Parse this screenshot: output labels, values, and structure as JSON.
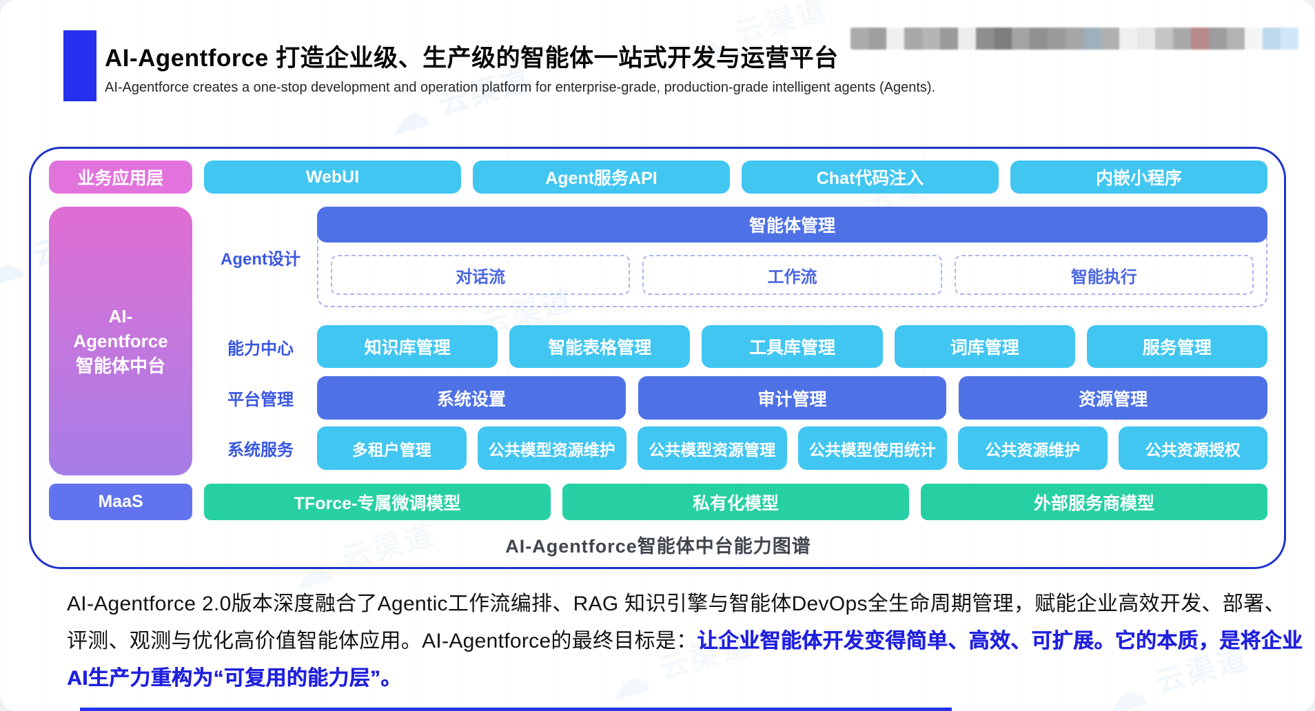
{
  "header": {
    "title": "AI-Agentforce 打造企业级、生产级的智能体一站式开发与运营平台",
    "subtitle": "AI-Agentforce creates a one-stop development and operation platform for enterprise-grade, production-grade intelligent agents (Agents)."
  },
  "diagram": {
    "top_row": {
      "label": "业务应用层",
      "items": [
        "WebUI",
        "Agent服务API",
        "Chat代码注入",
        "内嵌小程序"
      ]
    },
    "sidebar": {
      "title": "AI-Agentforce智能体中台"
    },
    "agent_design": {
      "label": "Agent设计",
      "bar": "智能体管理",
      "items": [
        "对话流",
        "工作流",
        "智能执行"
      ]
    },
    "capability_center": {
      "label": "能力中心",
      "items": [
        "知识库管理",
        "智能表格管理",
        "工具库管理",
        "词库管理",
        "服务管理"
      ]
    },
    "platform_mgmt": {
      "label": "平台管理",
      "items": [
        "系统设置",
        "审计管理",
        "资源管理"
      ]
    },
    "system_services": {
      "label": "系统服务",
      "items": [
        "多租户管理",
        "公共模型资源维护",
        "公共模型资源管理",
        "公共模型使用统计",
        "公共资源维护",
        "公共资源授权"
      ]
    },
    "maas_row": {
      "label": "MaaS",
      "items": [
        "TForce-专属微调模型",
        "私有化模型",
        "外部服务商模型"
      ]
    },
    "caption": "AI-Agentforce智能体中台能力图谱"
  },
  "footer": {
    "text_normal": "AI-Agentforce 2.0版本深度融合了Agentic工作流编排、RAG 知识引擎与智能体DevOps全生命周期管理，赋能企业高效开发、部署、评测、观测与优化高价值智能体应用。AI-Agentforce的最终目标是：",
    "text_highlight": "让企业智能体开发变得简单、高效、可扩展。它的本质，是将企业AI生产力重构为“可复用的能力层”。"
  },
  "colors": {
    "accent_blue": "#2531ee",
    "border_blue": "#1e32c8",
    "chip_cyan": "#41c6f1",
    "chip_blue": "#4e71e6",
    "chip_pink": "#e273dc",
    "chip_teal": "#27d0a3",
    "chip_maas": "#6173ee",
    "label_blue": "#3a57e0",
    "highlight_blue": "#2020dd"
  },
  "decorations": {
    "watermark_text": "云渠道",
    "mosaic_colors": [
      "#ababab",
      "#9e9e9e",
      "#f0f0f0",
      "#a8a8a8",
      "#b5b5b5",
      "#9a9a9a",
      "#ededed",
      "#8f8f8f",
      "#7d7d7d",
      "#a3a3a3",
      "#909090",
      "#9b9b9b",
      "#a6a6a6",
      "#9fb0bd",
      "#b0b0b0",
      "#f0f0f0",
      "#e8e8e8",
      "#c4c4c4",
      "#a9a9a9",
      "#b98a8a",
      "#9d9d9d",
      "#b3b3b3",
      "#f5f5f5",
      "#bcd9ee",
      "#cfe7f7"
    ]
  }
}
